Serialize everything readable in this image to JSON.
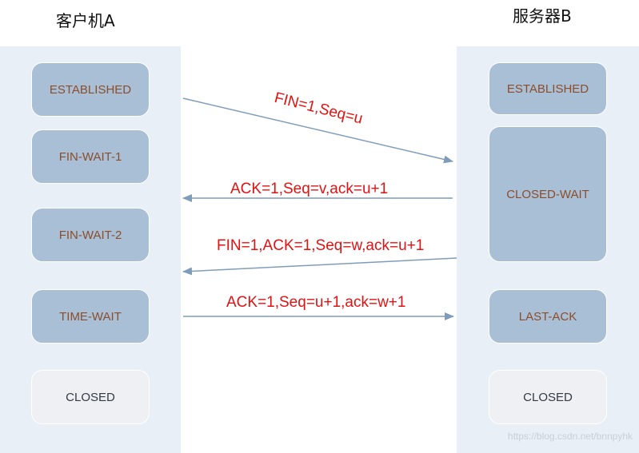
{
  "client": {
    "title": "客户机A",
    "states": [
      "ESTABLISHED",
      "FIN-WAIT-1",
      "FIN-WAIT-2",
      "TIME-WAIT",
      "CLOSED"
    ]
  },
  "server": {
    "title": "服务器B",
    "states": [
      "ESTABLISHED",
      "CLOSED-WAIT",
      "LAST-ACK",
      "CLOSED"
    ]
  },
  "messages": [
    {
      "label": "FIN=1,Seq=u",
      "direction": "A-to-B"
    },
    {
      "label": "ACK=1,Seq=v,ack=u+1",
      "direction": "B-to-A"
    },
    {
      "label": "FIN=1,ACK=1,Seq=w,ack=u+1",
      "direction": "B-to-A"
    },
    {
      "label": "ACK=1,Seq=u+1,ack=w+1",
      "direction": "A-to-B"
    }
  ],
  "watermark": "https://blog.csdn.net/bnnpyhk",
  "colors": {
    "column_bg": "#e8eff6",
    "state_fill": "#a9bfd5",
    "state_text": "#8b4d2c",
    "closed_fill": "#eef0f3",
    "message_text": "#e31212",
    "arrow": "#7f9cba"
  }
}
